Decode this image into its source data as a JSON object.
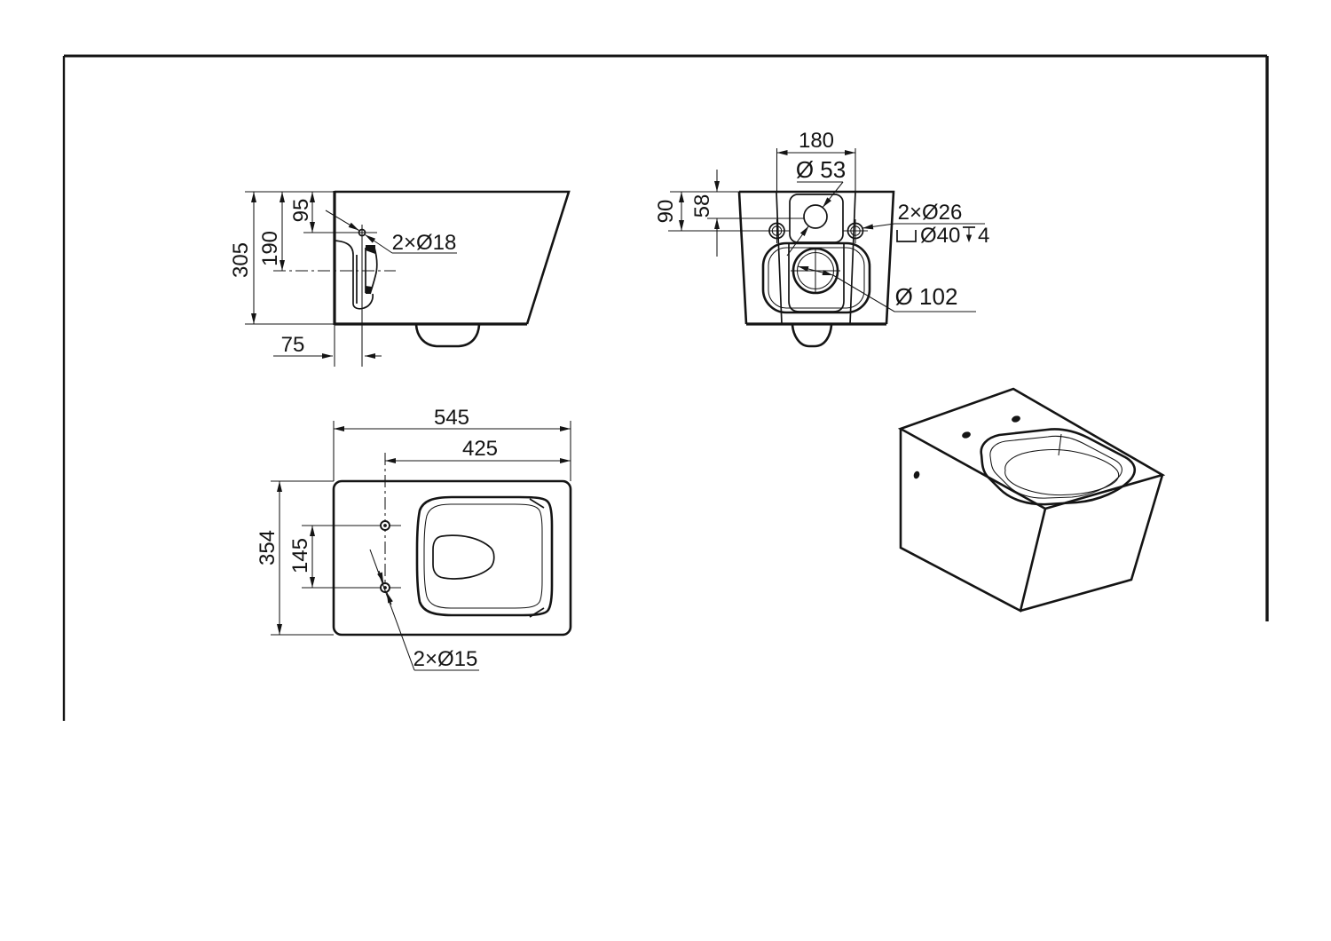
{
  "side_view": {
    "overall_height": "305",
    "hole_height_upper": "190",
    "hole_height_lower": "95",
    "wall_offset": "75",
    "fixing_holes_label": "2×Ø18"
  },
  "rear_view": {
    "bolt_spacing": "180",
    "inlet_diameter": "Ø 53",
    "height_to_bolts": "90",
    "height_to_inlet": "58",
    "bolt_holes_label": "2×Ø26",
    "counterbore_diameter": "Ø40",
    "counterbore_depth": "4",
    "outlet_diameter": "Ø 102"
  },
  "top_view": {
    "overall_width": "545",
    "inner_width": "425",
    "overall_depth": "354",
    "hole_spacing": "145",
    "fixing_holes_label": "2×Ø15"
  },
  "symbols": {
    "counterbore_icon": "counterbore",
    "depth_icon": "depth"
  },
  "colors": {
    "line": "#141414",
    "background": "#ffffff"
  }
}
